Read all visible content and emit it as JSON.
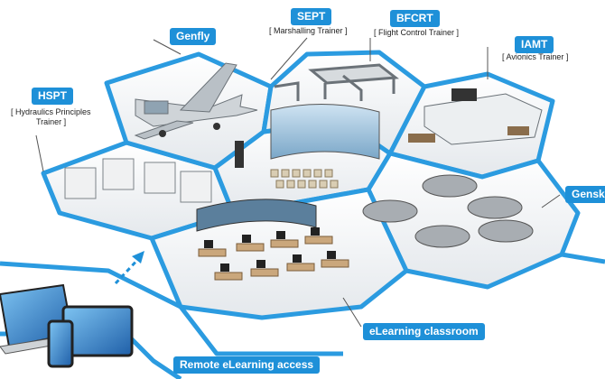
{
  "stations": {
    "genfly": {
      "label": "Genfly"
    },
    "sept": {
      "label": "SEPT",
      "description": "[ Marshalling Trainer ]"
    },
    "bfcrt": {
      "label": "BFCRT",
      "description": "[ Flight Control Trainer ]"
    },
    "iamt": {
      "label": "IAMT",
      "description": "[ Avionics Trainer ]"
    },
    "hspt": {
      "label": "HSPT",
      "description_line1": "[ Hydraulics Principles",
      "description_line2": "Trainer ]"
    },
    "gensk": {
      "label": "Gensk"
    },
    "elearning_classroom": {
      "label": "eLearning classroom"
    },
    "remote_access": {
      "label": "Remote eLearning access"
    }
  },
  "colors": {
    "accent": "#1e90d8",
    "frame": "#2b9be0",
    "cell_fill": "#f4f6f8"
  }
}
